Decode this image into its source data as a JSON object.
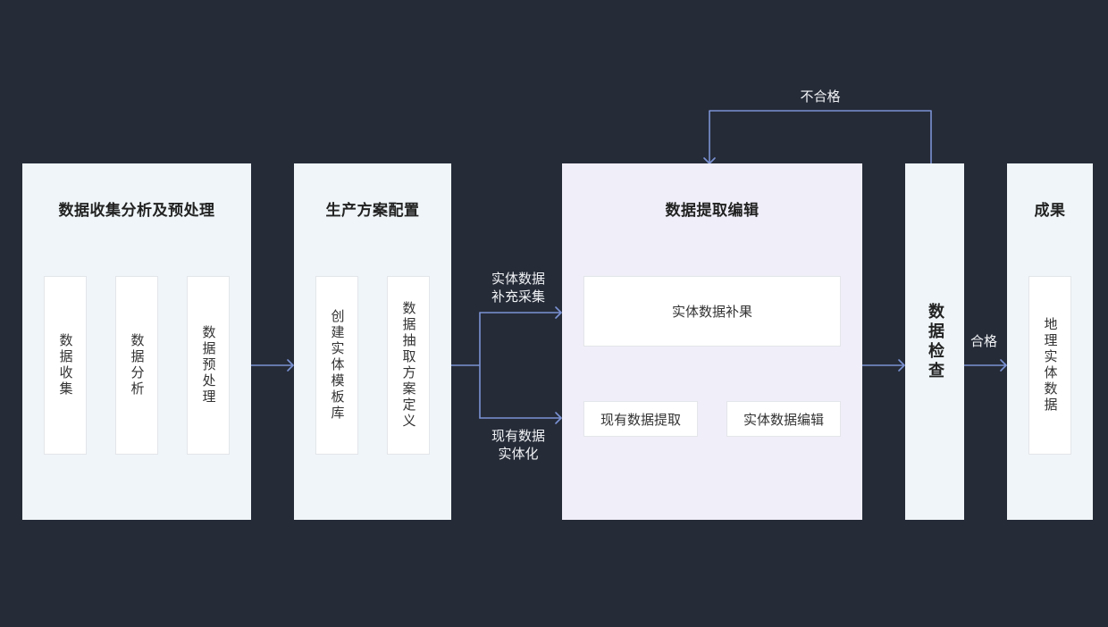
{
  "stage1": {
    "title": "数据收集分析及预处理",
    "steps": [
      "数据收集",
      "数据分析",
      "数据预处理"
    ]
  },
  "stage2": {
    "title": "生产方案配置",
    "steps": [
      "创建实体模板库",
      "数据抽取方案定义"
    ]
  },
  "stage3": {
    "title": "数据提取编辑",
    "supplement": "实体数据补果",
    "extract": "现有数据提取",
    "edit": "实体数据编辑"
  },
  "check": {
    "label": "数据检查"
  },
  "result": {
    "title": "成果",
    "item": "地理实体数据"
  },
  "edges": {
    "branch_top": [
      "实体数据",
      "补充采集"
    ],
    "branch_bottom": [
      "现有数据",
      "实体化"
    ],
    "fail": "不合格",
    "pass": "合格"
  },
  "colors": {
    "background": "#252b37",
    "arrow": "#7b92d4",
    "panel": "#eff5f8",
    "panel_accent": "#f0eef8"
  }
}
